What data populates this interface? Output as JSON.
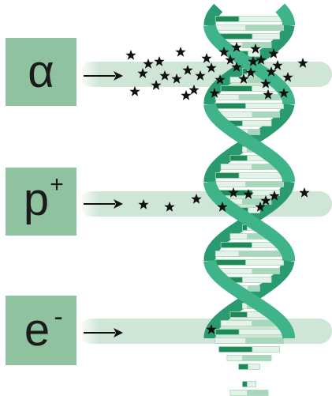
{
  "colors": {
    "label_box": "#8fc3a0",
    "beam": "#cfe6d6",
    "backbone": "#3fb48a",
    "backbone_dark": "#2a9a70",
    "base_dark": "#1e8a57",
    "base_light": "#e4f2ea",
    "base_mid": "#a8d8bc",
    "ion": "#111111",
    "text": "#1b1b1b"
  },
  "particles": [
    {
      "symbol": "α",
      "superscript": "",
      "name": "alpha",
      "ion_count": 34
    },
    {
      "symbol": "p",
      "superscript": "+",
      "name": "proton",
      "ion_count": 10
    },
    {
      "symbol": "e",
      "superscript": "-",
      "name": "electron",
      "ion_count": 1
    }
  ],
  "icons": {
    "arrow": "right-arrow-icon",
    "ion": "star-icon"
  }
}
